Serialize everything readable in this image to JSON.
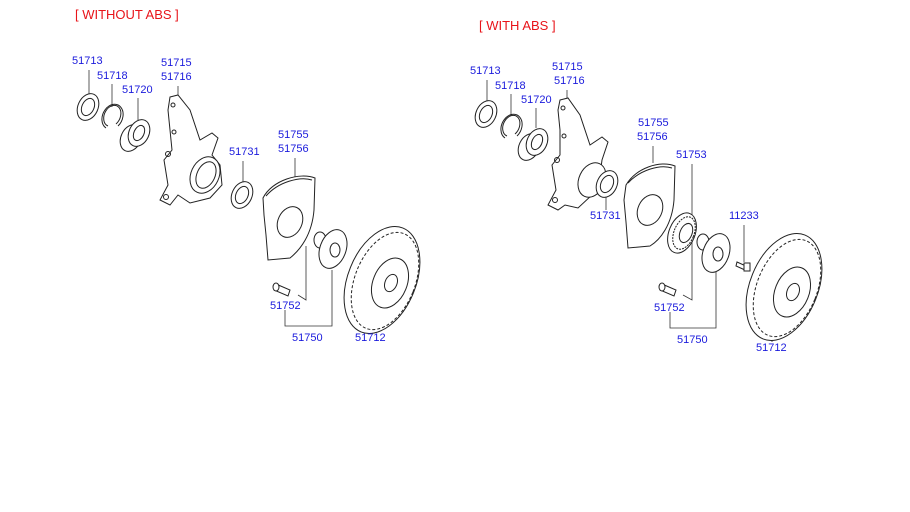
{
  "panels": [
    {
      "title": "[ WITHOUT ABS ]",
      "labels": {
        "p51713": "51713",
        "p51718": "51718",
        "p51720": "51720",
        "p51715": "51715",
        "p51716": "51716",
        "p51731": "51731",
        "p51755": "51755",
        "p51756": "51756",
        "p51752": "51752",
        "p51750": "51750",
        "p51712": "51712"
      }
    },
    {
      "title": "[ WITH ABS ]",
      "labels": {
        "p51713": "51713",
        "p51718": "51718",
        "p51720": "51720",
        "p51715": "51715",
        "p51716": "51716",
        "p51731": "51731",
        "p51755": "51755",
        "p51756": "51756",
        "p51753": "51753",
        "p11233": "11233",
        "p51752": "51752",
        "p51750": "51750",
        "p51712": "51712"
      }
    }
  ],
  "colors": {
    "title": "#e8141a",
    "part_number": "#1a1adc",
    "line": "#222222"
  }
}
